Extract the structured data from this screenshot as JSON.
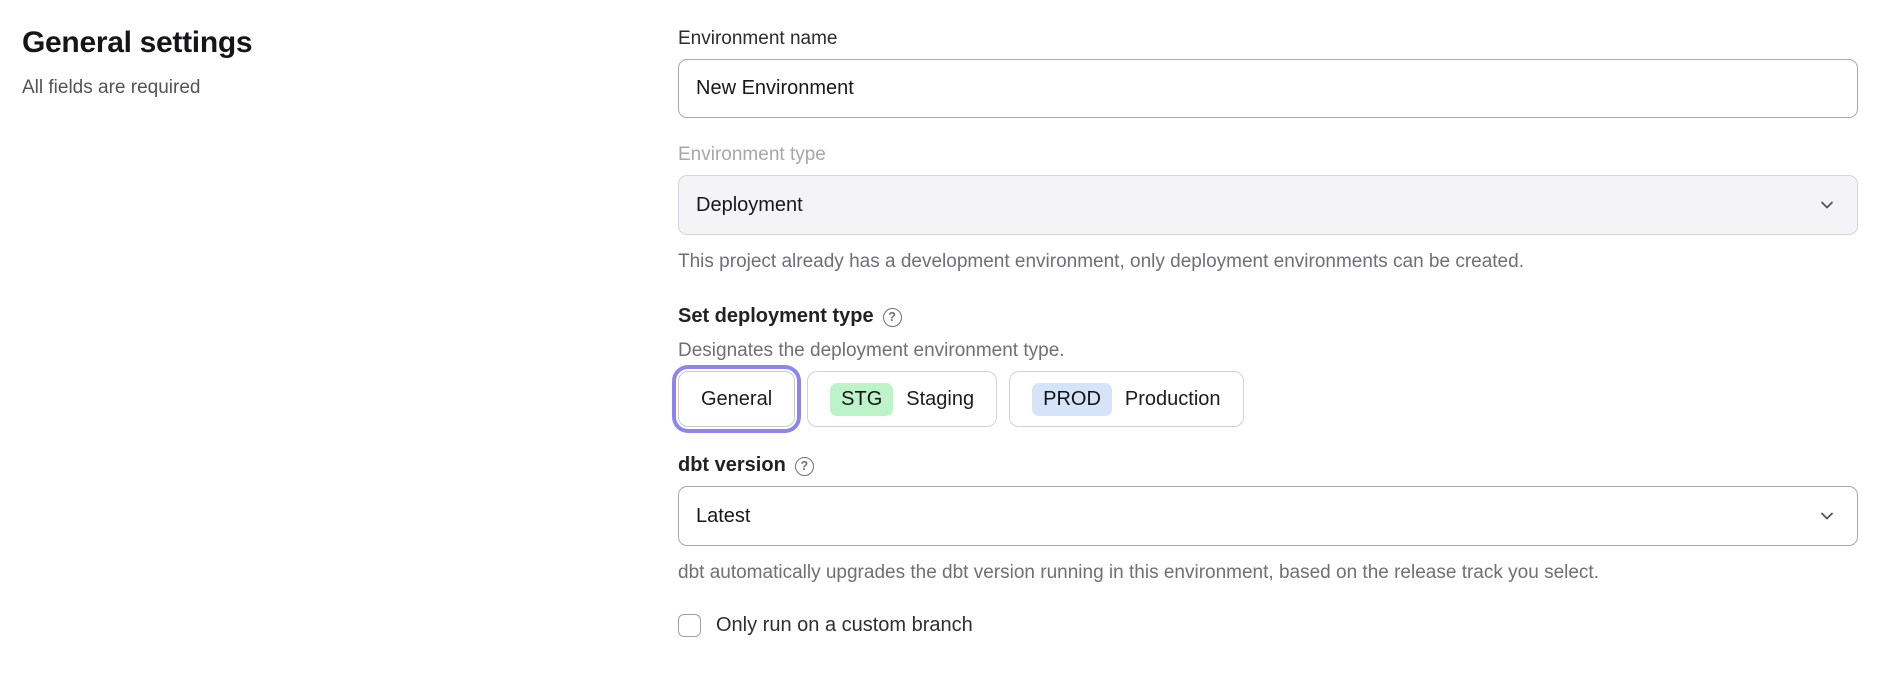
{
  "page": {
    "heading": "General settings",
    "subheading": "All fields are required"
  },
  "form": {
    "environment_name": {
      "label": "Environment name",
      "value": "New Environment"
    },
    "environment_type": {
      "label": "Environment type",
      "value": "Deployment",
      "disabled": true,
      "helper": "This project already has a development environment, only deployment environments can be created."
    },
    "deployment_type": {
      "label": "Set deployment type",
      "helper": "Designates the deployment environment type.",
      "options": [
        {
          "label": "General",
          "badge": "",
          "selected": true
        },
        {
          "label": "Staging",
          "badge": "STG",
          "selected": false
        },
        {
          "label": "Production",
          "badge": "PROD",
          "selected": false
        }
      ]
    },
    "dbt_version": {
      "label": "dbt version",
      "value": "Latest",
      "helper": "dbt automatically upgrades the dbt version running in this environment, based on the release track you select."
    },
    "custom_branch": {
      "label": "Only run on a custom branch",
      "checked": false
    }
  },
  "icons": {
    "help_glyph": "?"
  },
  "colors": {
    "selected_ring": "#8d85ee",
    "stg_badge_bg": "#bdf3c9",
    "prod_badge_bg": "#d6e4fa"
  }
}
